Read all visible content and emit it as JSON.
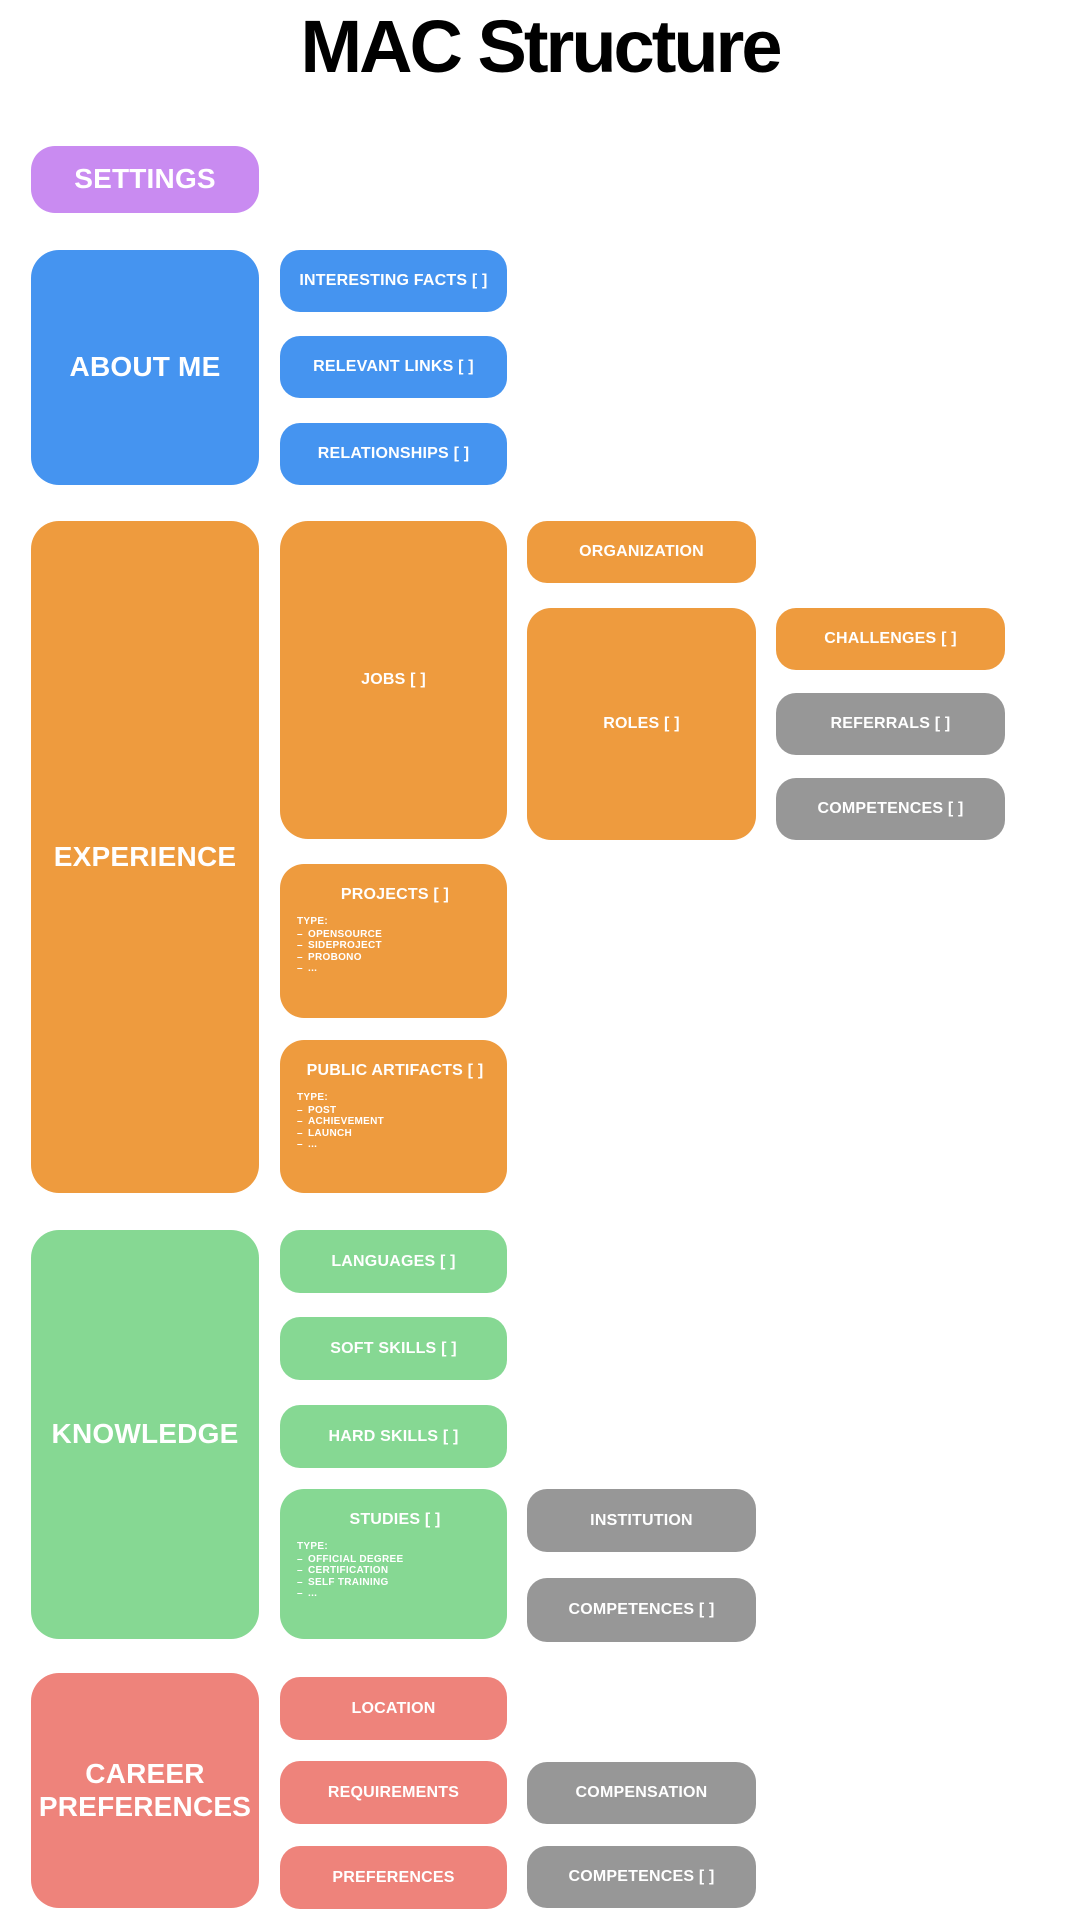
{
  "page_title": "MAC Structure",
  "bullet": "–",
  "colors": {
    "settings": "#C98BF1",
    "about_me": "#4594F0",
    "experience": "#EE9B3E",
    "knowledge": "#86D893",
    "career_preferences": "#EE837B",
    "muted": "#979797",
    "node_text": "#FFFFFF",
    "title_text": "#000000"
  },
  "nodes": {
    "settings": {
      "label": "SETTINGS"
    },
    "about_me": {
      "label": "ABOUT ME"
    },
    "interesting_facts": {
      "label": "INTERESTING FACTS [ ]"
    },
    "relevant_links": {
      "label": "RELEVANT LINKS [ ]"
    },
    "relationships": {
      "label": "RELATIONSHIPS [ ]"
    },
    "experience": {
      "label": "EXPERIENCE"
    },
    "jobs": {
      "label": "JOBS [ ]"
    },
    "organization": {
      "label": "ORGANIZATION"
    },
    "roles": {
      "label": "ROLES [ ]"
    },
    "challenges": {
      "label": "CHALLENGES [ ]"
    },
    "referrals": {
      "label": "REFERRALS [ ]"
    },
    "competences_roles": {
      "label": "COMPETENCES [ ]"
    },
    "projects": {
      "label": "PROJECTS [ ]",
      "type_heading": "TYPE:",
      "types": [
        "OPENSOURCE",
        "SIDEPROJECT",
        "PROBONO",
        "..."
      ]
    },
    "public_artifacts": {
      "label": "PUBLIC ARTIFACTS [ ]",
      "type_heading": "TYPE:",
      "types": [
        "POST",
        "ACHIEVEMENT",
        "LAUNCH",
        "..."
      ]
    },
    "knowledge": {
      "label": "KNOWLEDGE"
    },
    "languages": {
      "label": "LANGUAGES [ ]"
    },
    "soft_skills": {
      "label": "SOFT SKILLS [ ]"
    },
    "hard_skills": {
      "label": "HARD SKILLS [ ]"
    },
    "studies": {
      "label": "STUDIES [ ]",
      "type_heading": "TYPE:",
      "types": [
        "OFFICIAL DEGREE",
        "CERTIFICATION",
        "SELF TRAINING",
        "..."
      ]
    },
    "institution": {
      "label": "INSTITUTION"
    },
    "competences_studies": {
      "label": "COMPETENCES [ ]"
    },
    "career_preferences": {
      "label": "CAREER PREFERENCES"
    },
    "location": {
      "label": "LOCATION"
    },
    "requirements": {
      "label": "REQUIREMENTS"
    },
    "preferences": {
      "label": "PREFERENCES"
    },
    "compensation": {
      "label": "COMPENSATION"
    },
    "competences_requirements": {
      "label": "COMPETENCES [ ]"
    }
  }
}
